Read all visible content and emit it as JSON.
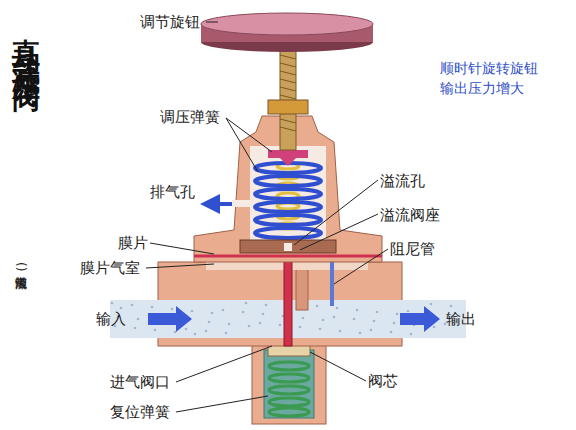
{
  "diagram": {
    "title": "直动式减压阀",
    "labels": [
      "调节旋钮",
      "顺时针旋转旋钮 输出压力增大",
      "调压弹簧",
      "溢流孔",
      "排气孔",
      "溢流阀座",
      "膜片",
      "阻尼管",
      "膜片气室",
      "输入",
      "输出",
      "进气阀口",
      "阀芯",
      "复位弹簧",
      "(带溢流阀)"
    ]
  }
}
